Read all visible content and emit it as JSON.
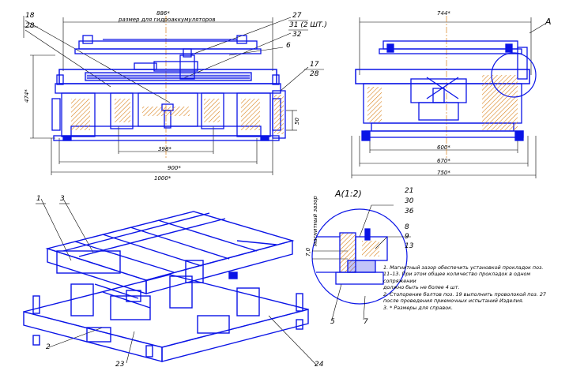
{
  "front_view": {
    "dims": {
      "overall_width": "886*",
      "clamp_note": "размер для гидроаккумуляторов",
      "height": "474*",
      "width_900": "900*",
      "width_1000": "1000*",
      "width_398": "398*",
      "gap_50": "50"
    },
    "callouts": {
      "c18": "18",
      "c28a": "28",
      "c27": "27",
      "c31": "31 (2 ШТ.)",
      "c32": "32",
      "c6": "6",
      "c17": "17",
      "c28b": "28"
    }
  },
  "side_view": {
    "dims": {
      "top": "744*",
      "w600": "600*",
      "w670": "670*",
      "w750": "750*"
    },
    "section_marker": "A"
  },
  "iso_view": {
    "callouts": {
      "c1": "1",
      "c3": "3",
      "c2": "2",
      "c23": "23",
      "c24": "24"
    }
  },
  "detail_view": {
    "title": "A(1:2)",
    "gap_dim": "7,0",
    "gap_note": "магнитный зазор",
    "callouts": {
      "c21": "21",
      "c30": "30",
      "c36": "36",
      "c8": "8",
      "c9": "9",
      "c13": "13",
      "c5": "5",
      "c7": "7"
    }
  },
  "notes": [
    "1. Магнитный зазор обеспечить установкой прокладок поз.",
    "11–13. При этом общее количество прокладок в одном сопряжении",
    "должно быть не более 4 шт.",
    "2. Стопорение болтов поз. 19 выполнить проволокой поз. 27",
    "после проведения приемочных испытаний Изделия.",
    "3. * Размеры для справок."
  ],
  "colors": {
    "line": "#0a14e6",
    "dim": "#000000",
    "hatch": "#d9821c",
    "background": "#ffffff"
  }
}
